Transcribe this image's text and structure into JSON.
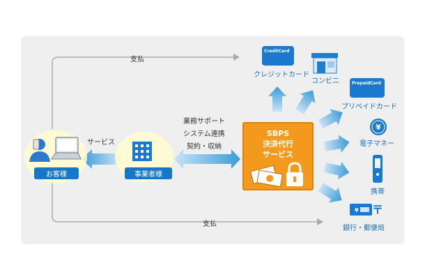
{
  "diagram": {
    "payment_top_label": "支払",
    "payment_bottom_label": "支払",
    "service_label": "サービス",
    "support_lines": [
      "業務サポート",
      "システム連携",
      "契約・収納"
    ],
    "customer_label": "お客様",
    "merchant_label": "事業者様",
    "center_lines": [
      "SBPS",
      "決済代行",
      "サービス"
    ],
    "methods": {
      "credit_card": "クレジットカード",
      "convenience": "コンビニ",
      "prepaid_card": "プリペイドカード",
      "e_money": "電子マネー",
      "mobile": "携帯",
      "bank_post": "銀行・郵便局"
    },
    "card_texts": {
      "credit": "CreditCard",
      "prepaid": "PrepaidCard"
    }
  }
}
